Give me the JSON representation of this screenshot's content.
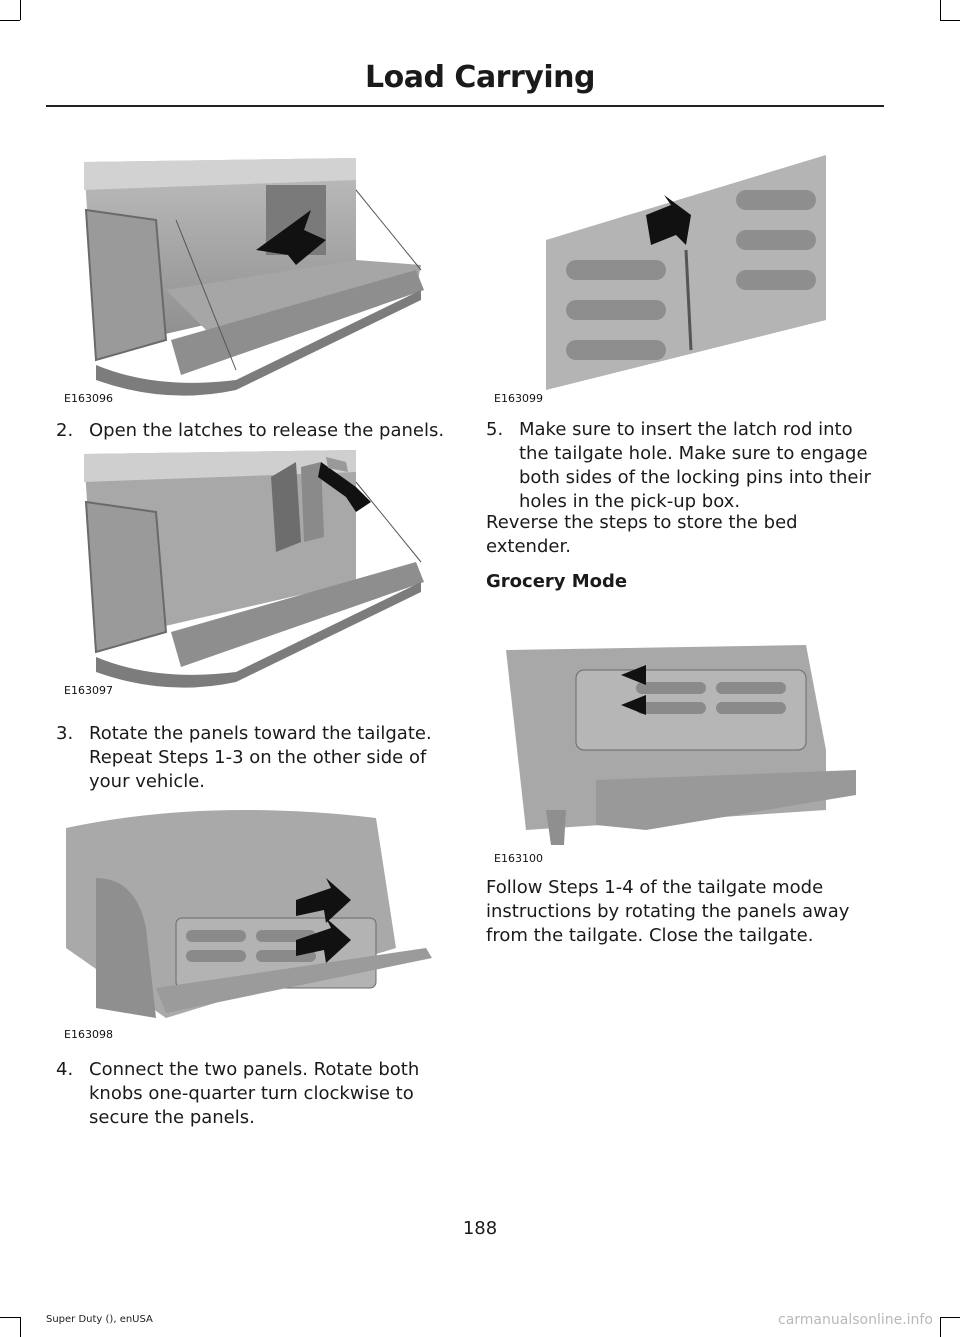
{
  "header": {
    "title": "Load Carrying"
  },
  "figures": {
    "f1": {
      "code": "E163096"
    },
    "f2": {
      "code": "E163097"
    },
    "f3": {
      "code": "E163098"
    },
    "f4": {
      "code": "E163099"
    },
    "f5": {
      "code": "E163100"
    }
  },
  "steps": [
    {
      "num": "2.",
      "lines": [
        "Open the latches to release the panels."
      ]
    },
    {
      "num": "3.",
      "lines": [
        "Rotate the panels toward the tailgate.",
        "Repeat Steps 1-3 on the other side of",
        "your vehicle."
      ]
    },
    {
      "num": "4.",
      "lines": [
        "Connect the two panels. Rotate both",
        "knobs one-quarter turn clockwise to",
        "secure the panels."
      ]
    },
    {
      "num": "5.",
      "lines": [
        "Make sure to insert the latch rod into",
        "the tailgate hole. Make sure to engage",
        "both sides of the locking pins into their",
        "holes in the pick-up box."
      ]
    }
  ],
  "reverse": {
    "lines": [
      "Reverse the steps to store the bed",
      "extender."
    ]
  },
  "grocery": {
    "heading": "Grocery Mode",
    "lines": [
      "Follow Steps 1-4 of the tailgate mode",
      "instructions by rotating the panels away",
      "from the tailgate. Close the tailgate."
    ]
  },
  "page_number": "188",
  "footer": "Super Duty (), enUSA",
  "watermark": "carmanualsonline.info"
}
